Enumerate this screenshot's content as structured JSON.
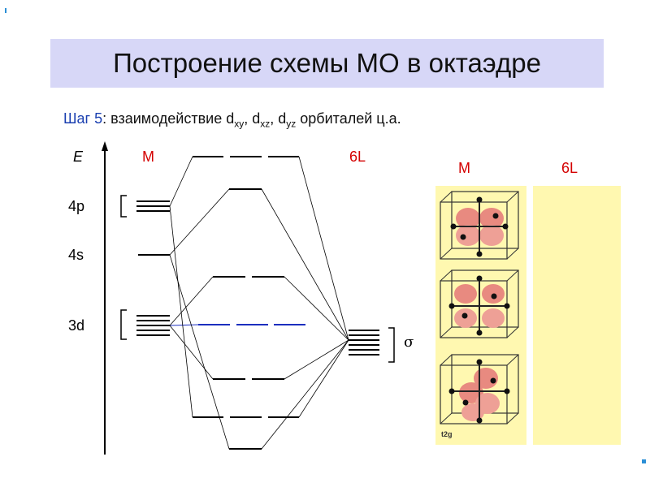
{
  "title": "Построение схемы МО в октаэдре",
  "step": {
    "prefix": "Шаг 5",
    "colon": ":",
    "text": " взаимодействие d",
    "sub1": "xy",
    "sep1": ", d",
    "sub2": "xz",
    "sep2": ", d",
    "sub3": "yz",
    "suffix": " орбиталей ц.а."
  },
  "diagram": {
    "energy_label": "E",
    "metal_label": "M",
    "ligand_label": "6L",
    "levels": {
      "p": "4p",
      "s": "4s",
      "d": "3d"
    },
    "sigma": "σ"
  },
  "panels": {
    "metal_label": "M",
    "ligand_label": "6L",
    "caption": "t2g"
  },
  "colors": {
    "title_bg": "#d7d7f7",
    "accent_red": "#d40000",
    "step_blue": "#1a3fb0",
    "panel_yellow": "#fff8b0",
    "lobe": "#e88a80"
  }
}
